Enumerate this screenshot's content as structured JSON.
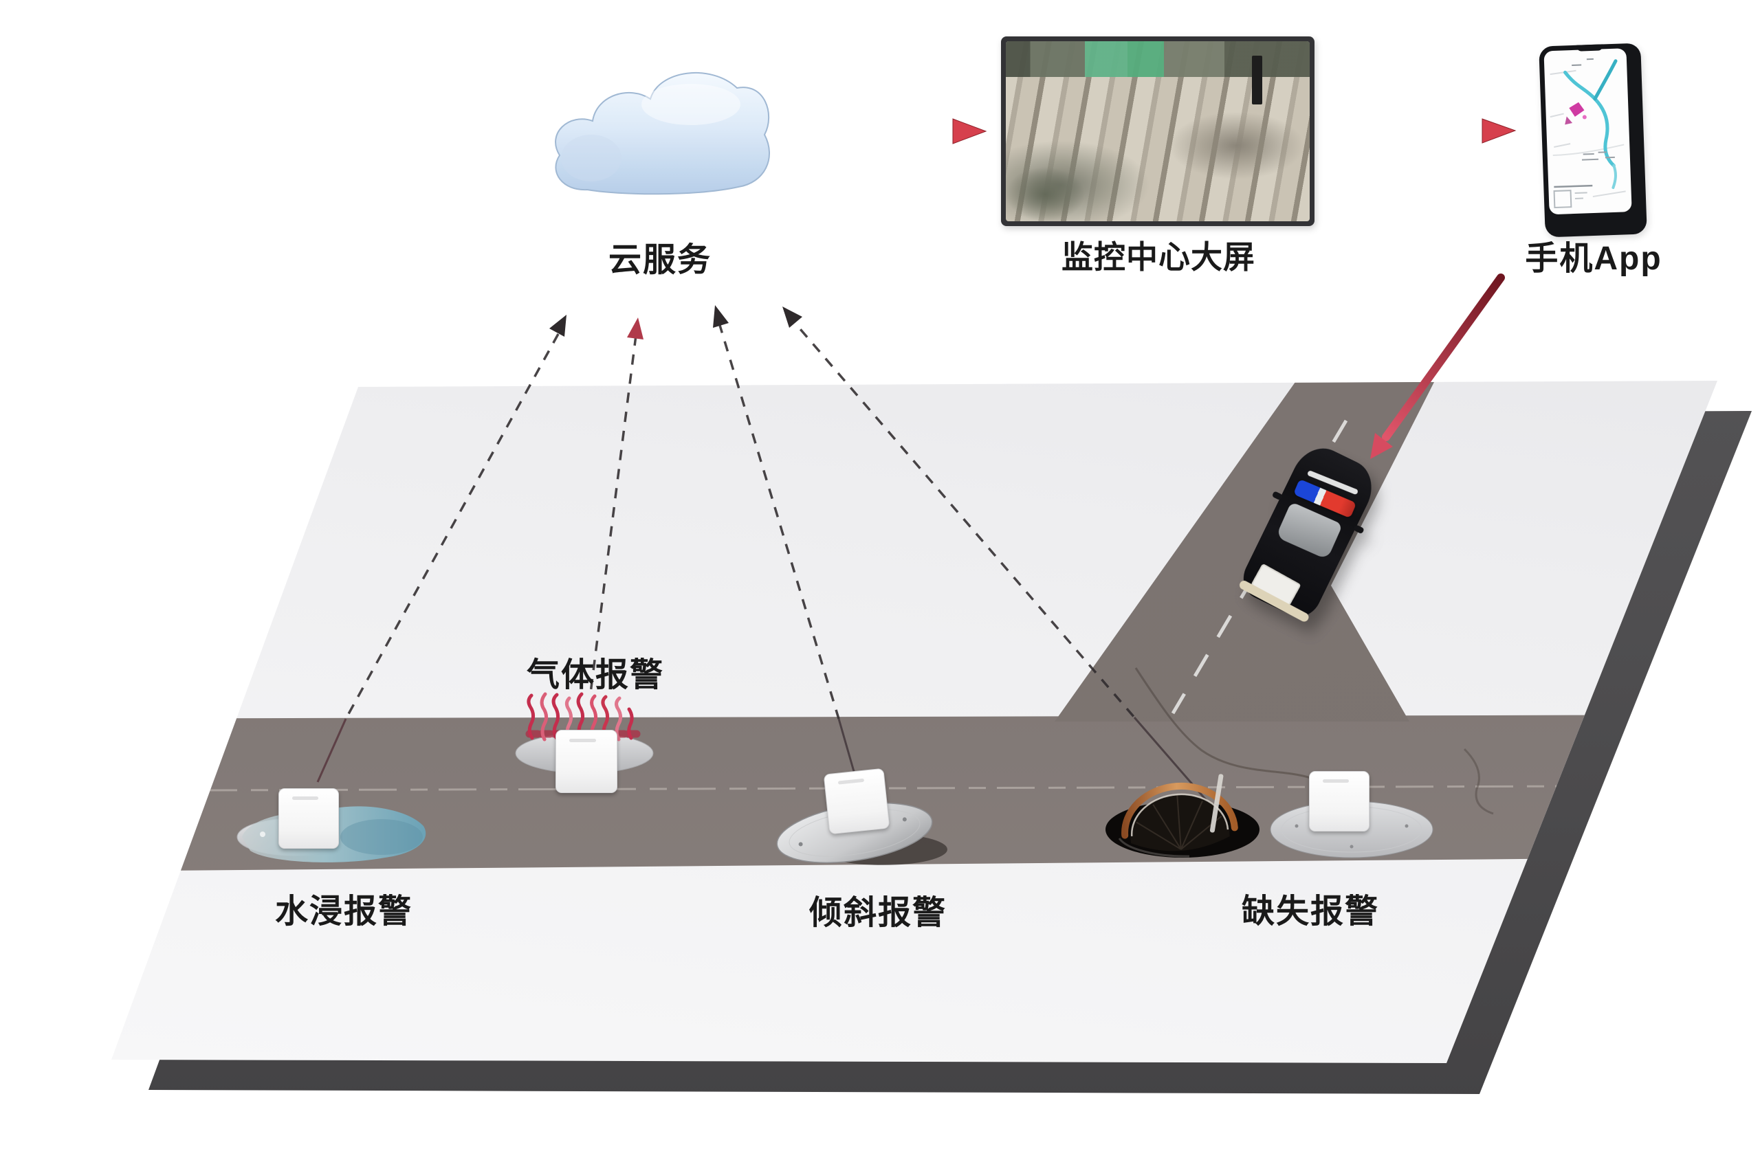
{
  "nodes": {
    "cloud": {
      "label": "云服务",
      "icon": "cloud-icon"
    },
    "monitor": {
      "label": "监控中心大屏",
      "icon": "big-screen-icon"
    },
    "phone": {
      "label": "手机App",
      "icon": "smartphone-map-icon"
    }
  },
  "sensors": {
    "water": {
      "label": "水浸报警",
      "icon": "manhole-water-puddle-icon"
    },
    "gas": {
      "label": "气体报警",
      "icon": "manhole-gas-fumes-icon"
    },
    "tilt": {
      "label": "倾斜报警",
      "icon": "manhole-tilted-cover-icon"
    },
    "missing": {
      "label": "缺失报警",
      "icon": "manhole-open-hole-icon"
    }
  },
  "vehicle": {
    "icon": "police-car-icon"
  },
  "connections": [
    {
      "from": "云服务",
      "to": "监控中心大屏",
      "style": "red-arrow"
    },
    {
      "from": "监控中心大屏",
      "to": "手机App",
      "style": "red-arrow"
    },
    {
      "from": "手机App",
      "to": "警车",
      "style": "red-arrow"
    },
    {
      "from": "水浸报警",
      "to": "云服务",
      "style": "dashed-arrow"
    },
    {
      "from": "气体报警",
      "to": "云服务",
      "style": "dashed-arrow"
    },
    {
      "from": "倾斜报警",
      "to": "云服务",
      "style": "dashed-arrow"
    },
    {
      "from": "缺失报警",
      "to": "云服务",
      "style": "dashed-arrow"
    }
  ],
  "colors": {
    "arrow_red": "#d6404d",
    "arrow_red_dark": "#7e1b24",
    "cloud_top": "#f2f8fe",
    "cloud_bottom": "#b5cde9",
    "ground_plane": "#eeeef0",
    "ground_slab": "#4f4e50",
    "road": "#7b7370",
    "water_blue": "#6fa6ba",
    "gas_red": "#c6314e",
    "copper_rim": "#c98547",
    "connector_black": "#2f2a2c",
    "label_text": "#1a1a1a",
    "sensor_box": "#ffffff",
    "police_blue": "#1b46d8",
    "police_red": "#b52a22"
  }
}
